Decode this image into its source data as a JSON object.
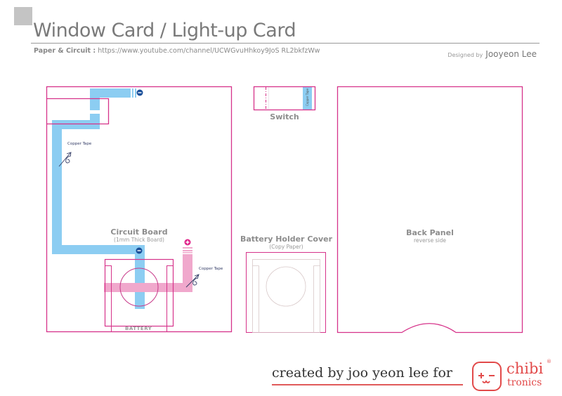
{
  "header": {
    "title": "Window Card / Light-up Card",
    "source_label": "Paper & Circuit :",
    "source_url": "https://www.youtube.com/channel/UCWGvuHhkoy9JoS RL2bkfzWw",
    "designed_by_label": "Designed by",
    "designer_name": "Jooyeon Lee"
  },
  "panels": {
    "circuit_board": {
      "title": "Circuit Board",
      "subtitle": "(1mm Thick Board)",
      "copper_tape_label_top": "Copper Tape",
      "copper_tape_label_bottom": "Copper Tape",
      "battery_label": "BATTERY",
      "negative_symbol": "−",
      "positive_symbol": "+"
    },
    "switch": {
      "title": "Switch",
      "copper_tape_label": "Copper Tape"
    },
    "battery_holder_cover": {
      "title": "Battery Holder Cover",
      "subtitle": "(Copy Paper)"
    },
    "back_panel": {
      "title": "Back Panel",
      "subtitle": "reverse side"
    }
  },
  "footer": {
    "credit": "created by joo yeon lee for",
    "brand_line1": "chibi",
    "brand_line2": "tronics",
    "brand_reg": "®"
  },
  "colors": {
    "outline_magenta": "#d6338a",
    "copper_blue": "#8ccdf2",
    "copper_pink": "#f0a8cc",
    "negative_dot": "#1a4f99",
    "positive_dot": "#e0248a",
    "brand_red": "#e24a4a",
    "title_gray": "#7a7a7a"
  }
}
